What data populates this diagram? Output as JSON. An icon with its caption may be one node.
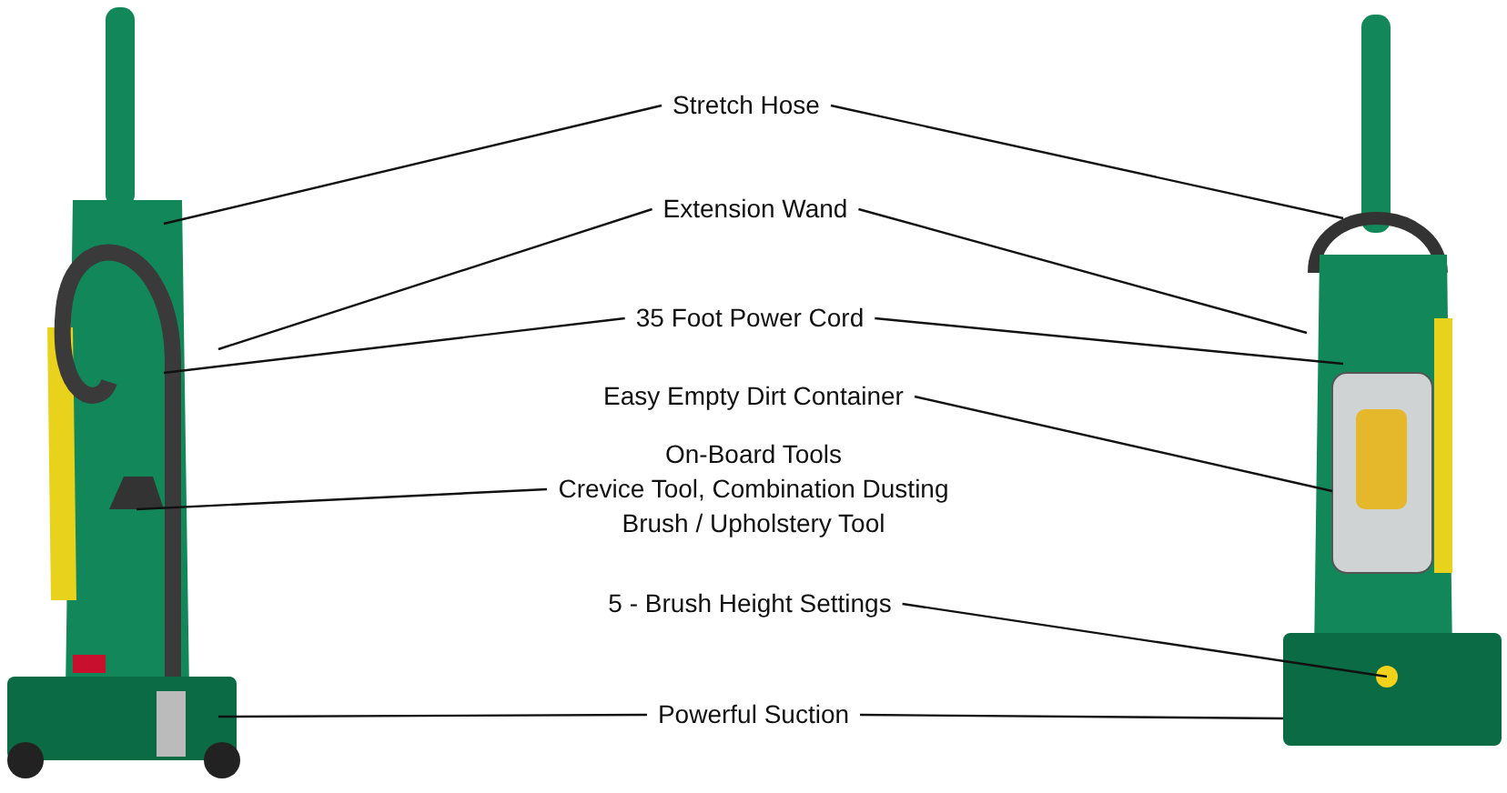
{
  "diagram": {
    "nodes": [
      {
        "text": [],
        "shape": "picture"
      },
      {
        "text": [
          "Stretch Hose"
        ]
      },
      {
        "text": [
          "Extension Wand"
        ]
      },
      {
        "text": [
          "35 Foot Power Cord"
        ]
      },
      {
        "text": [
          "Easy Empty Dirt Container"
        ]
      },
      {
        "text": [
          "On-Board Tools",
          "Crevice Tool, Combination Dusting Brush / Upholstery Tool"
        ]
      },
      {
        "text": [
          "5 - Brush Height Settings"
        ]
      },
      {
        "text": [
          "Powerful Suction"
        ]
      },
      {
        "text": [],
        "shape": "picture"
      }
    ],
    "edges": [
      {
        "from": 1,
        "to": 0,
        "arrow": "none"
      },
      {
        "from": 1,
        "to": 8,
        "arrow": "none"
      },
      {
        "from": 2,
        "to": 0,
        "arrow": "none"
      },
      {
        "from": 2,
        "to": 8,
        "arrow": "none"
      },
      {
        "from": 3,
        "to": 0,
        "arrow": "none"
      },
      {
        "from": 3,
        "to": 8,
        "arrow": "none"
      },
      {
        "from": 4,
        "to": 8,
        "arrow": "none"
      },
      {
        "from": 5,
        "to": 0,
        "arrow": "none"
      },
      {
        "from": 6,
        "to": 8,
        "arrow": "none"
      },
      {
        "from": 7,
        "to": 0,
        "arrow": "none"
      },
      {
        "from": 7,
        "to": 8,
        "arrow": "none"
      }
    ]
  }
}
